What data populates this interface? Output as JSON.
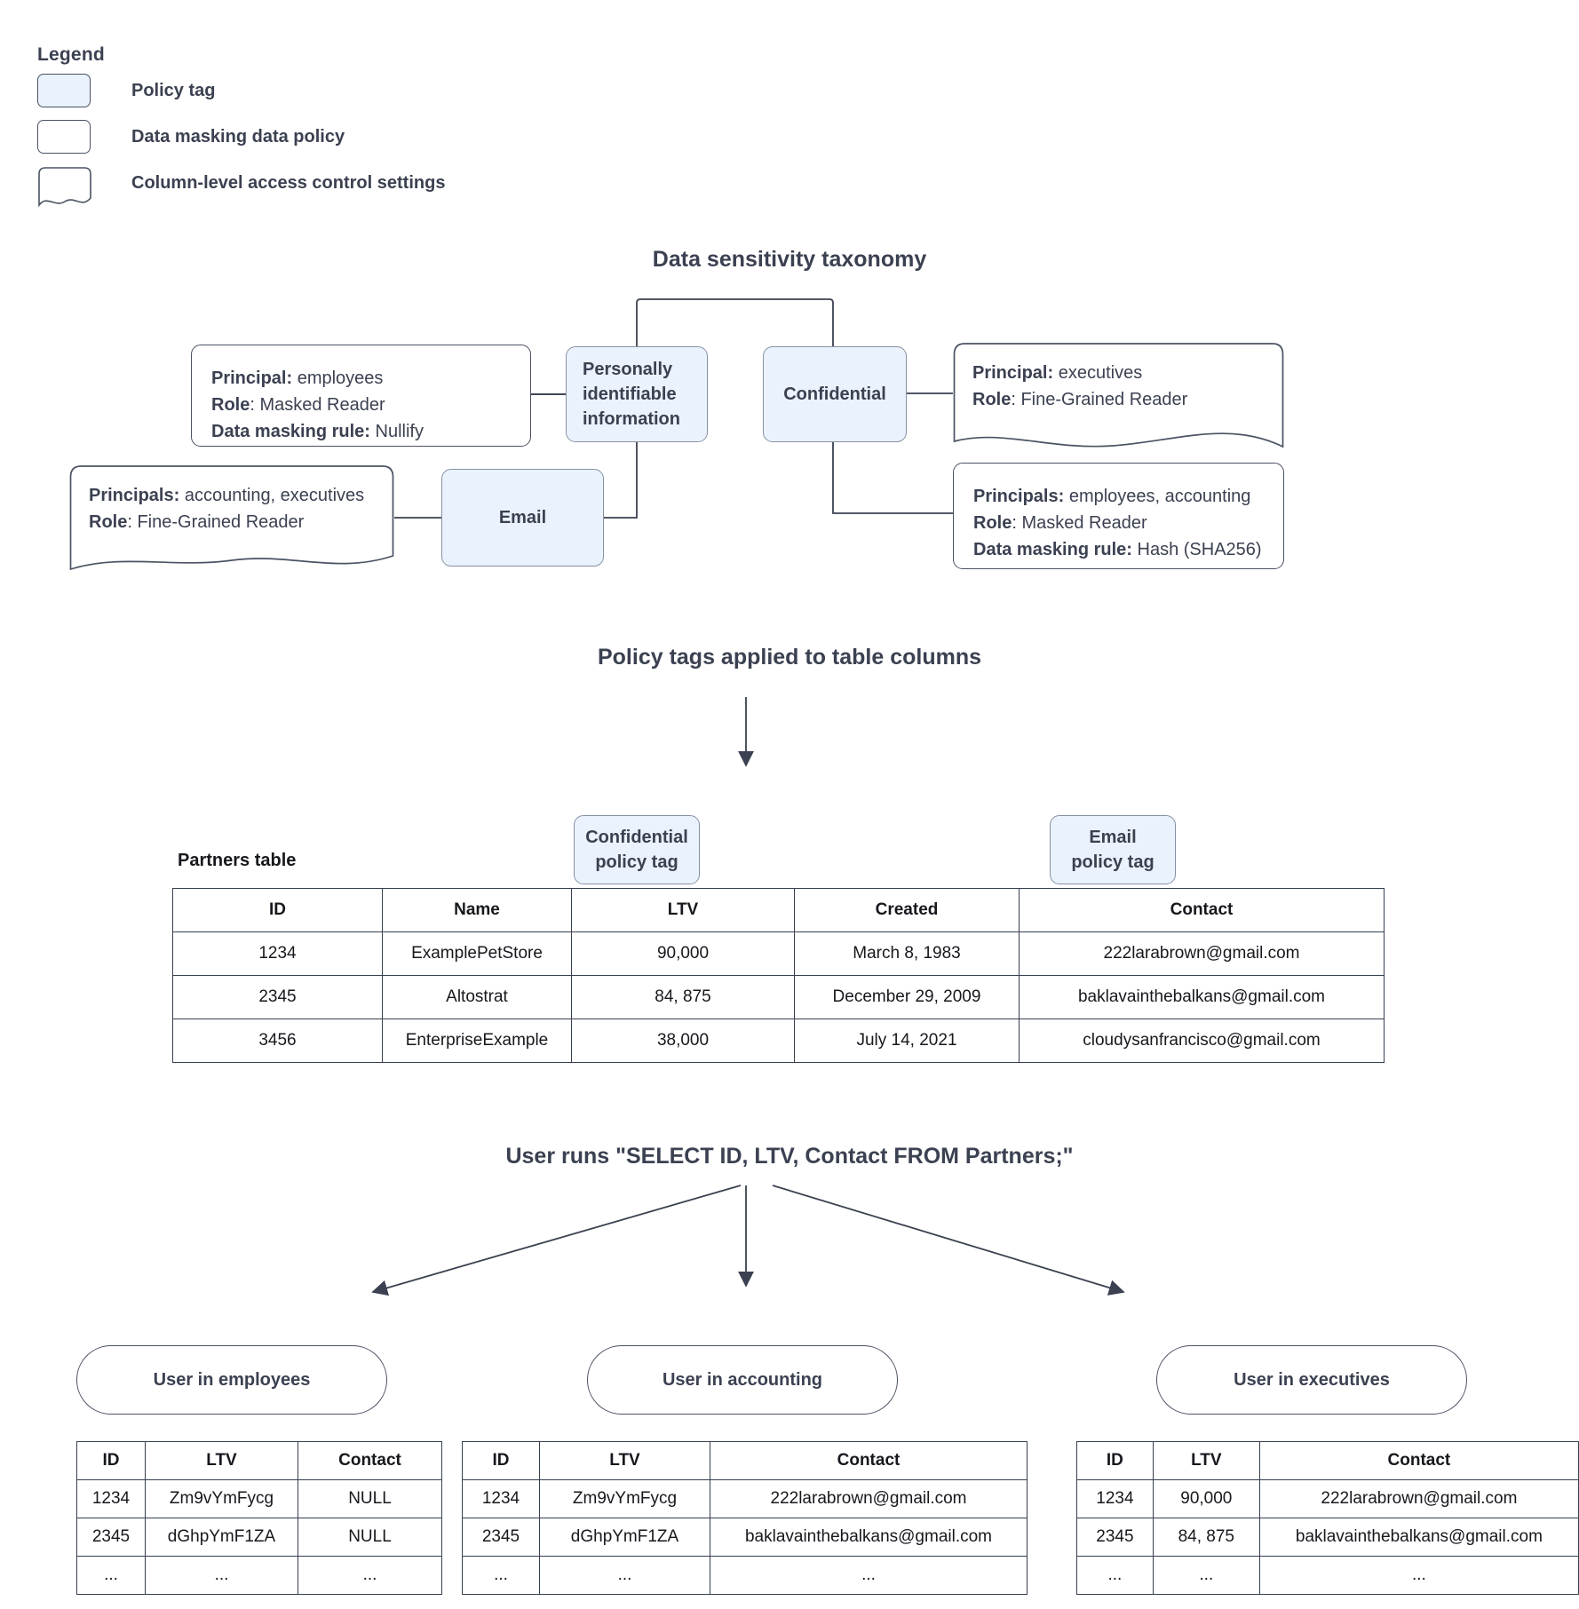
{
  "legend": {
    "title": "Legend",
    "items": [
      {
        "swatch": "policy-tag",
        "label": "Policy tag"
      },
      {
        "swatch": "data-masking-data-policy",
        "label": "Data masking data policy"
      },
      {
        "swatch": "column-level-access-control-settings",
        "label": "Column-level access control settings"
      }
    ]
  },
  "taxonomy": {
    "title": "Data sensitivity taxonomy",
    "tags": {
      "pii": "Personally identifiable information",
      "confidential": "Confidential",
      "email": "Email"
    },
    "policies": {
      "pii_masking": {
        "l1_key": "Principal:",
        "l1_val": " employees",
        "l2_key": "Role",
        "l2_val": ": Masked Reader",
        "l3_key": "Data masking rule:",
        "l3_val": " Nullify"
      },
      "email_access": {
        "l1_key": "Principals:",
        "l1_val": " accounting, executives",
        "l2_key": "Role",
        "l2_val": ": Fine-Grained Reader"
      },
      "confidential_access": {
        "l1_key": "Principal:",
        "l1_val": " executives",
        "l2_key": "Role",
        "l2_val": ": Fine-Grained Reader"
      },
      "confidential_masking": {
        "l1_key": "Principals:",
        "l1_val": " employees, accounting",
        "l2_key": "Role",
        "l2_val": ": Masked Reader",
        "l3_key": "Data masking rule:",
        "l3_val": " Hash (SHA256)"
      }
    }
  },
  "applied": {
    "title": "Policy tags applied to table columns",
    "table_caption": "Partners table",
    "tag_confidential": "Confidential\npolicy tag",
    "tag_confidential_l1": "Confidential",
    "tag_confidential_l2": "policy tag",
    "tag_email_l1": "Email",
    "tag_email_l2": "policy tag",
    "partners_table": {
      "columns": [
        "ID",
        "Name",
        "LTV",
        "Created",
        "Contact"
      ],
      "rows": [
        [
          "1234",
          "ExamplePetStore",
          "90,000",
          "March 8, 1983",
          "222larabrown@gmail.com"
        ],
        [
          "2345",
          "Altostrat",
          "84, 875",
          "December 29, 2009",
          "baklavainthebalkans@gmail.com"
        ],
        [
          "3456",
          "EnterpriseExample",
          "38,000",
          "July 14, 2021",
          "cloudysanfrancisco@gmail.com"
        ]
      ]
    }
  },
  "query": {
    "title": "User runs \"SELECT ID, LTV, Contact FROM Partners;\""
  },
  "results": [
    {
      "persona": "User in employees",
      "columns": [
        "ID",
        "LTV",
        "Contact"
      ],
      "rows": [
        [
          "1234",
          "Zm9vYmFycg",
          "NULL"
        ],
        [
          "2345",
          "dGhpYmF1ZA",
          "NULL"
        ],
        [
          "...",
          "...",
          "..."
        ]
      ]
    },
    {
      "persona": "User in accounting",
      "columns": [
        "ID",
        "LTV",
        "Contact"
      ],
      "rows": [
        [
          "1234",
          "Zm9vYmFycg",
          "222larabrown@gmail.com"
        ],
        [
          "2345",
          "dGhpYmF1ZA",
          "baklavainthebalkans@gmail.com"
        ],
        [
          "...",
          "...",
          "..."
        ]
      ]
    },
    {
      "persona": "User in executives",
      "columns": [
        "ID",
        "LTV",
        "Contact"
      ],
      "rows": [
        [
          "1234",
          "90,000",
          "222larabrown@gmail.com"
        ],
        [
          "2345",
          "84, 875",
          "baklavainthebalkans@gmail.com"
        ],
        [
          "...",
          "...",
          "..."
        ]
      ]
    }
  ],
  "colors": {
    "policy_tag_fill": "#eaf2fd",
    "stroke": "#4a5263",
    "text": "#3b4151",
    "table_stroke": "#36404f"
  }
}
